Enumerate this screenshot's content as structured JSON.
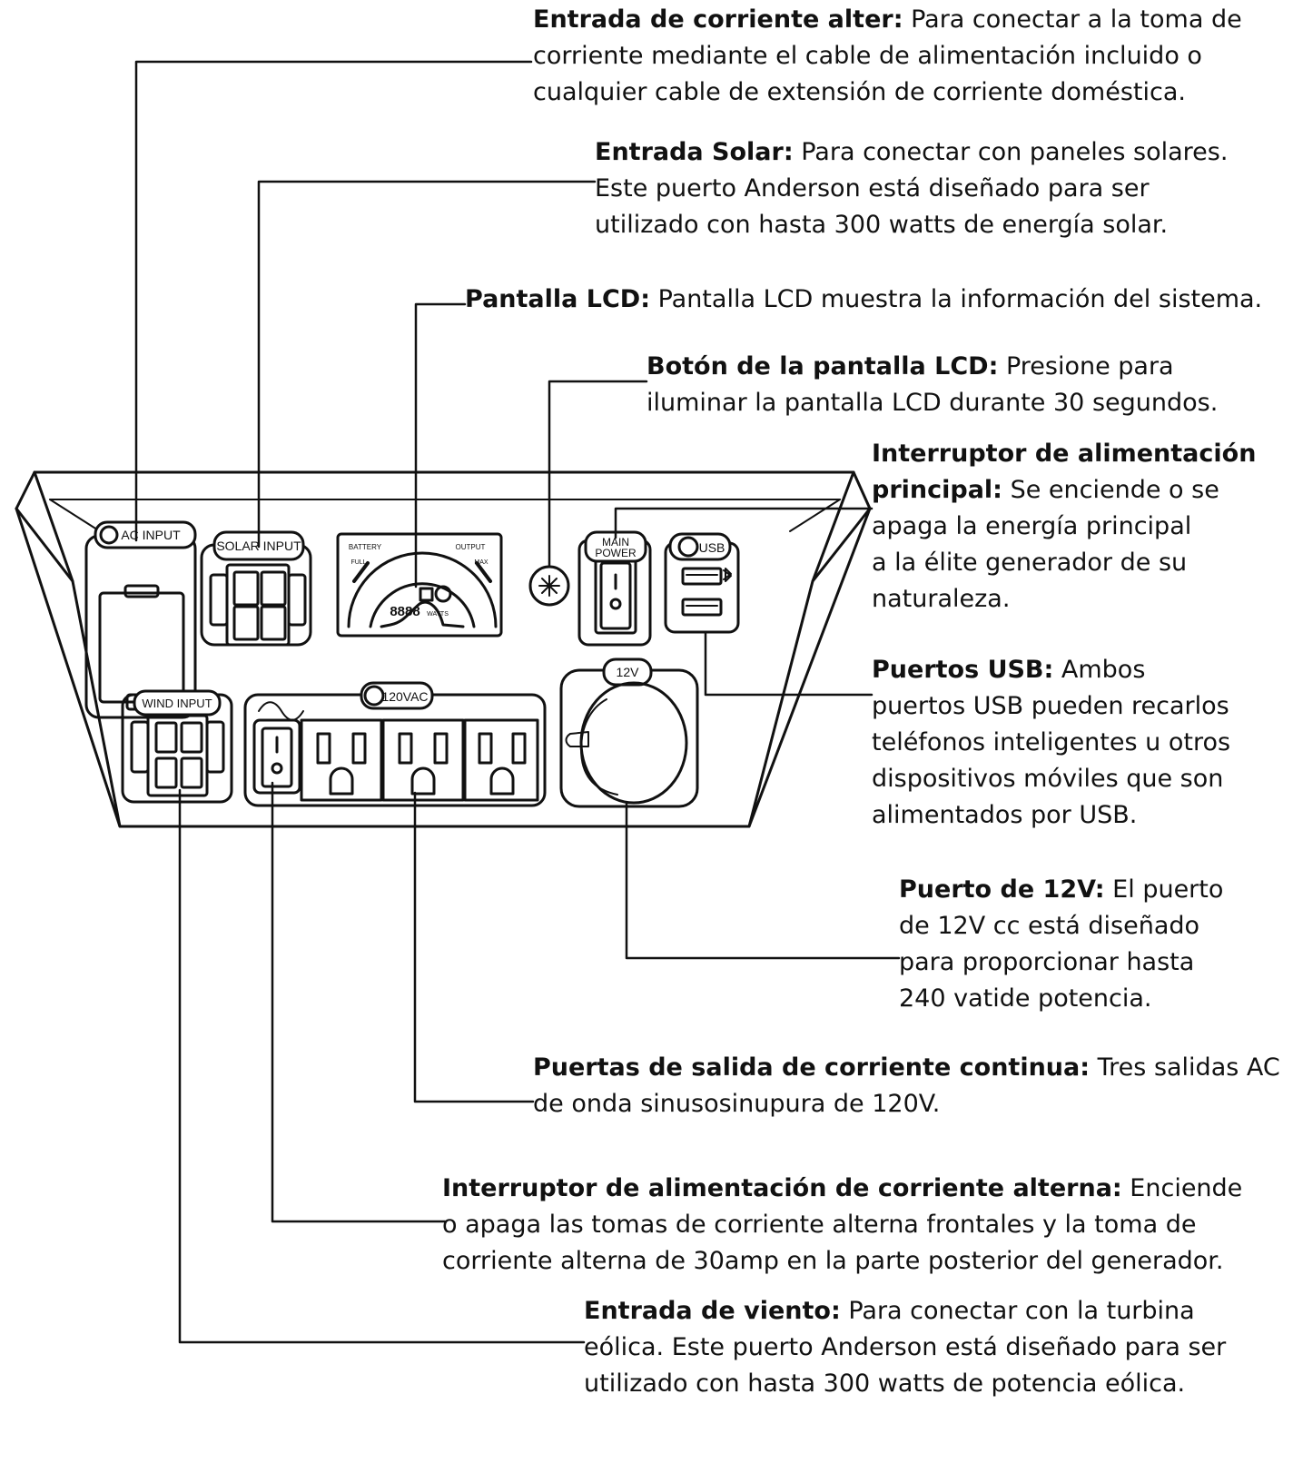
{
  "panel": {
    "ac_input": "AC INPUT",
    "solar_input": "SOLAR INPUT",
    "battery": "BATTERY",
    "full": "FULL",
    "output": "OUTPUT",
    "max": "MAX",
    "digits": "8888",
    "watts": "WATTS",
    "main_power_1": "MAIN",
    "main_power_2": "POWER",
    "usb": "USB",
    "wind_input": "WIND INPUT",
    "vac": "120VAC",
    "v12": "12V"
  },
  "callouts": [
    {
      "title": "Entrada de corriente alter:",
      "lines": [
        " Para conectar a la toma de",
        "corriente mediante el cable de alimentación incluido o",
        "cualquier cable de extensión de corriente doméstica."
      ]
    },
    {
      "title": "Entrada Solar:",
      "lines": [
        " Para conectar con paneles solares.",
        "Este puerto Anderson está diseñado para ser",
        "utilizado con hasta 300 watts de energía solar."
      ]
    },
    {
      "title": "Pantalla LCD:",
      "lines": [
        " Pantalla LCD muestra la información del sistema."
      ]
    },
    {
      "title": "Botón de la pantalla LCD:",
      "lines": [
        " Presione para",
        "iluminar la pantalla LCD durante 30 segundos."
      ]
    },
    {
      "title": "Interruptor de alimentación",
      "lines": [
        "",
        "principal:",
        " Se enciende o se",
        "apaga la energía principal",
        "a la élite generador de su",
        "naturaleza."
      ]
    },
    {
      "title": "Puertos USB:",
      "lines": [
        " Ambos",
        "puertos USB pueden recarlos",
        "teléfonos inteligentes u otros",
        "dispositivos móviles que son",
        "alimentados por USB."
      ]
    },
    {
      "title": "Puerto de 12V:",
      "lines": [
        " El puerto",
        "de 12V cc está diseñado",
        "para proporcionar hasta",
        "240 vatide potencia."
      ]
    },
    {
      "title": "Puertas de salida de corriente continua:",
      "lines": [
        " Tres salidas AC",
        "de onda sinusosinupura de 120V."
      ]
    },
    {
      "title": "Interruptor de alimentación de corriente alterna:",
      "lines": [
        " Enciende",
        "o apaga las tomas de corriente alterna frontales y la toma de",
        "corriente alterna de 30amp en la parte posterior del generador."
      ]
    },
    {
      "title": "Entrada de viento:",
      "lines": [
        " Para conectar con la turbina",
        "eólica. Este puerto Anderson está diseñado para ser",
        "utilizado con hasta 300 watts de potencia eólica."
      ]
    }
  ]
}
